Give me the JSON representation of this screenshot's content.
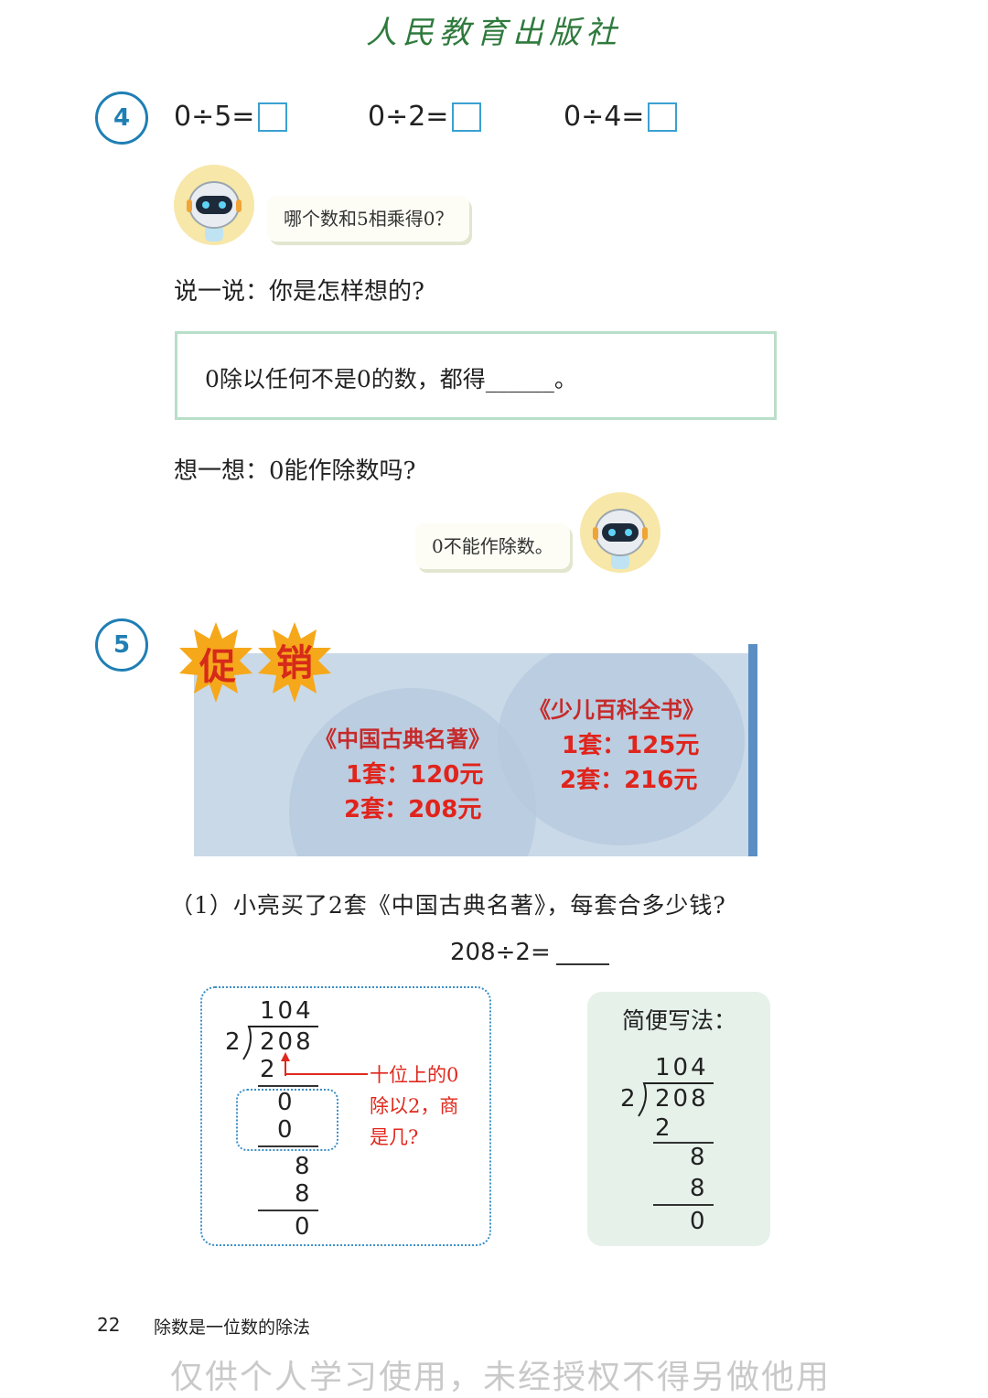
{
  "header": {
    "publisher": "人民教育出版社"
  },
  "q4": {
    "number": "4",
    "equations": [
      "0÷5=",
      "0÷2=",
      "0÷4="
    ],
    "bubble1": "哪个数和5相乘得0？",
    "prompt_say": "说一说：你是怎样想的?",
    "rule": "0除以任何不是0的数，都得______。",
    "prompt_think": "想一想：0能作除数吗?",
    "bubble2": "0不能作除数。"
  },
  "q5": {
    "number": "5",
    "promo": {
      "badge1": "促",
      "badge2": "销",
      "book1": {
        "title": "《中国古典名著》",
        "price1": "1套：120元",
        "price2": "2套：208元"
      },
      "book2": {
        "title": "《少儿百科全书》",
        "price1": "1套：125元",
        "price2": "2套：216元"
      }
    },
    "part1": "（1）小亮买了2套《中国古典名著》，每套合多少钱?",
    "equation": "208÷2=",
    "long_division": {
      "quotient": "104",
      "divisor": "2",
      "dividend": "208",
      "steps": [
        "2",
        "0",
        "0",
        "8",
        "8",
        "0"
      ],
      "annotation_lines": [
        "十位上的0",
        "除以2，商",
        "是几?"
      ]
    },
    "short_division": {
      "title": "简便写法：",
      "quotient": "104",
      "divisor": "2",
      "dividend": "208",
      "steps": [
        "2",
        "8",
        "8",
        "0"
      ]
    }
  },
  "footer": {
    "page_number": "22",
    "chapter": "除数是一位数的除法",
    "watermark": "仅供个人学习使用，未经授权不得另做他用"
  },
  "colors": {
    "accent_blue": "#1f7fb4",
    "promo_bg": "#cad9e8",
    "price_red": "#e0241c",
    "rule_border": "#b9dec9",
    "simple_bg": "#e6f1ea"
  }
}
